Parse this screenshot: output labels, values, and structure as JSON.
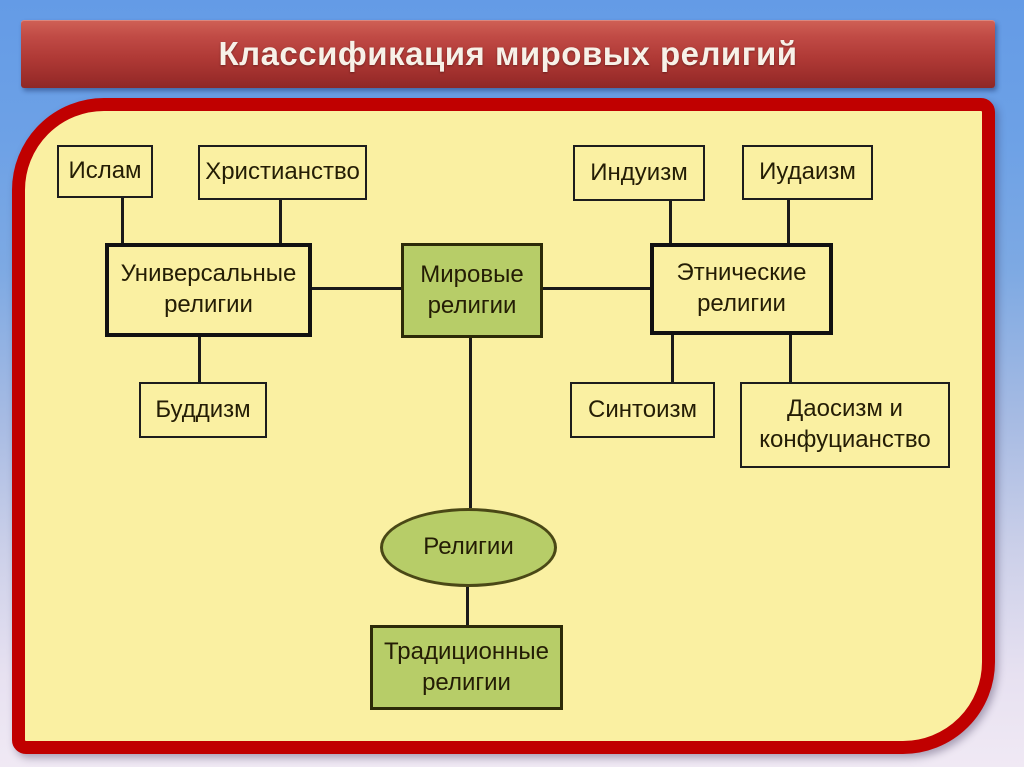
{
  "title": "Классификация мировых религий",
  "diagram": {
    "nodes": {
      "islam": "Ислам",
      "christianity": "Христианство",
      "hinduism": "Индуизм",
      "judaism": "Иудаизм",
      "universal": "Универсальные религии",
      "world": "Мировые религии",
      "ethnic": "Этнические религии",
      "buddhism": "Буддизм",
      "shintoism": "Синтоизм",
      "taoism": "Даосизм и конфуцианство",
      "religions": "Религии",
      "traditional": "Традиционные религии"
    }
  },
  "colors": {
    "background_blue_top": "#649be6",
    "background_lavender_bottom": "#f0e9f4",
    "title_bar_red": "#b03a36",
    "title_text": "#f7f1e8",
    "frame_border_red": "#c00000",
    "panel_yellow": "#faf0a2",
    "node_green": "#b7cd68",
    "line_black": "#1a1a1a",
    "node_text": "#241d05"
  }
}
